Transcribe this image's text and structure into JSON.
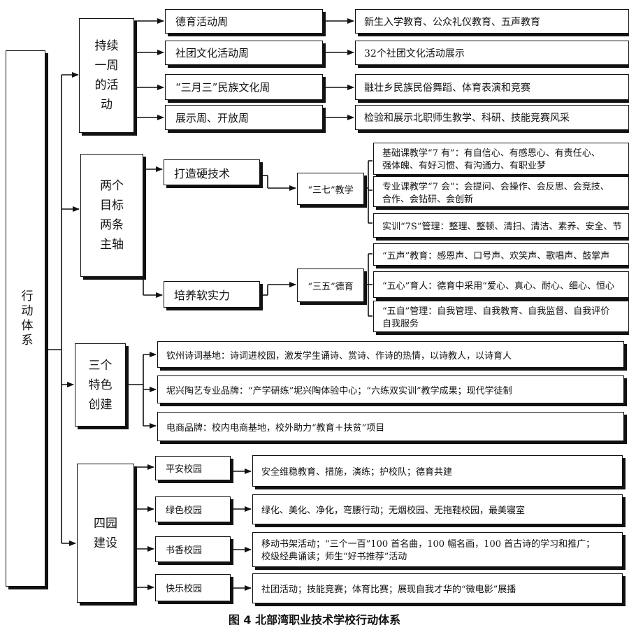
{
  "root": "行动体系",
  "weekly": {
    "title_lines": [
      "持续",
      "一周",
      "的活",
      "动"
    ],
    "items": [
      {
        "label": "德育活动周",
        "desc": "新生入学教育、公众礼仪教育、五声教育"
      },
      {
        "label": "社团文化活动周",
        "desc": "32个社团文化活动展示"
      },
      {
        "label": "“三月三”民族文化周",
        "desc": "融壮乡民族民俗舞蹈、体育表演和竞赛"
      },
      {
        "label": "展示周、开放周",
        "desc": "检验和展示北职师生教学、科研、技能竞赛风采"
      }
    ]
  },
  "axes": {
    "title_lines": [
      "两个",
      "目标",
      "两条",
      "主轴"
    ],
    "branches": [
      {
        "label": "打造硬技术",
        "hub": "“三七”教学",
        "items": [
          {
            "lines": [
              "基础课教学“7 有”：有自信心、有感恩心、有责任心、",
              "强体魄、有好习惯、有沟通力、有职业梦"
            ]
          },
          {
            "lines": [
              "专业课教学“7 会”：会提问、会操作、会反思、会竞技、",
              "合作、会钻研、会创新"
            ]
          },
          {
            "lines": [
              "实训“7S”管理：整理、整顿、清扫、清洁、素养、安全、节"
            ]
          }
        ]
      },
      {
        "label": "培养软实力",
        "hub": "“三五”德育",
        "items": [
          {
            "lines": [
              "“五声”教育：感恩声、口号声、欢笑声、歌唱声、鼓掌声"
            ]
          },
          {
            "lines": [
              "“五心”育人：德育中采用“爱心、真心、耐心、细心、恒心"
            ]
          },
          {
            "lines": [
              "“五自”管理：自我管理、自我教育、自我监督、自我评价",
              "自我服务"
            ]
          }
        ]
      }
    ]
  },
  "features": {
    "title_lines": [
      "三个",
      "特色",
      "创建"
    ],
    "items": [
      "钦州诗词基地：诗词进校园，激发学生诵诗、赏诗、作诗的热情，以诗教人，以诗育人",
      "坭兴陶艺专业品牌：“产学研练”坭兴陶体验中心；“六练双实训”教学成果；现代学徒制",
      "电商品牌：校内电商基地，校外助力“教育＋扶贫”项目"
    ]
  },
  "gardens": {
    "title_lines": [
      "四园",
      "建设"
    ],
    "items": [
      {
        "label": "平安校园",
        "lines": [
          "安全维稳教育、措施，演练；护校队；德育共建"
        ]
      },
      {
        "label": "绿色校园",
        "lines": [
          "绿化、美化、净化，弯腰行动；无烟校园、无拖鞋校园，最美寝室"
        ]
      },
      {
        "label": "书香校园",
        "lines": [
          "移动书架活动；“三个一百”100 首名曲，100 幅名画，100 首古诗的学习和推广；",
          "校级经典诵读；师生“好书推荐”活动"
        ]
      },
      {
        "label": "快乐校园",
        "lines": [
          "社团活动；技能竞赛；体育比赛；展现自我才华的“微电影”展播"
        ]
      }
    ]
  },
  "caption": "图 4  北部湾职业技术学校行动体系"
}
